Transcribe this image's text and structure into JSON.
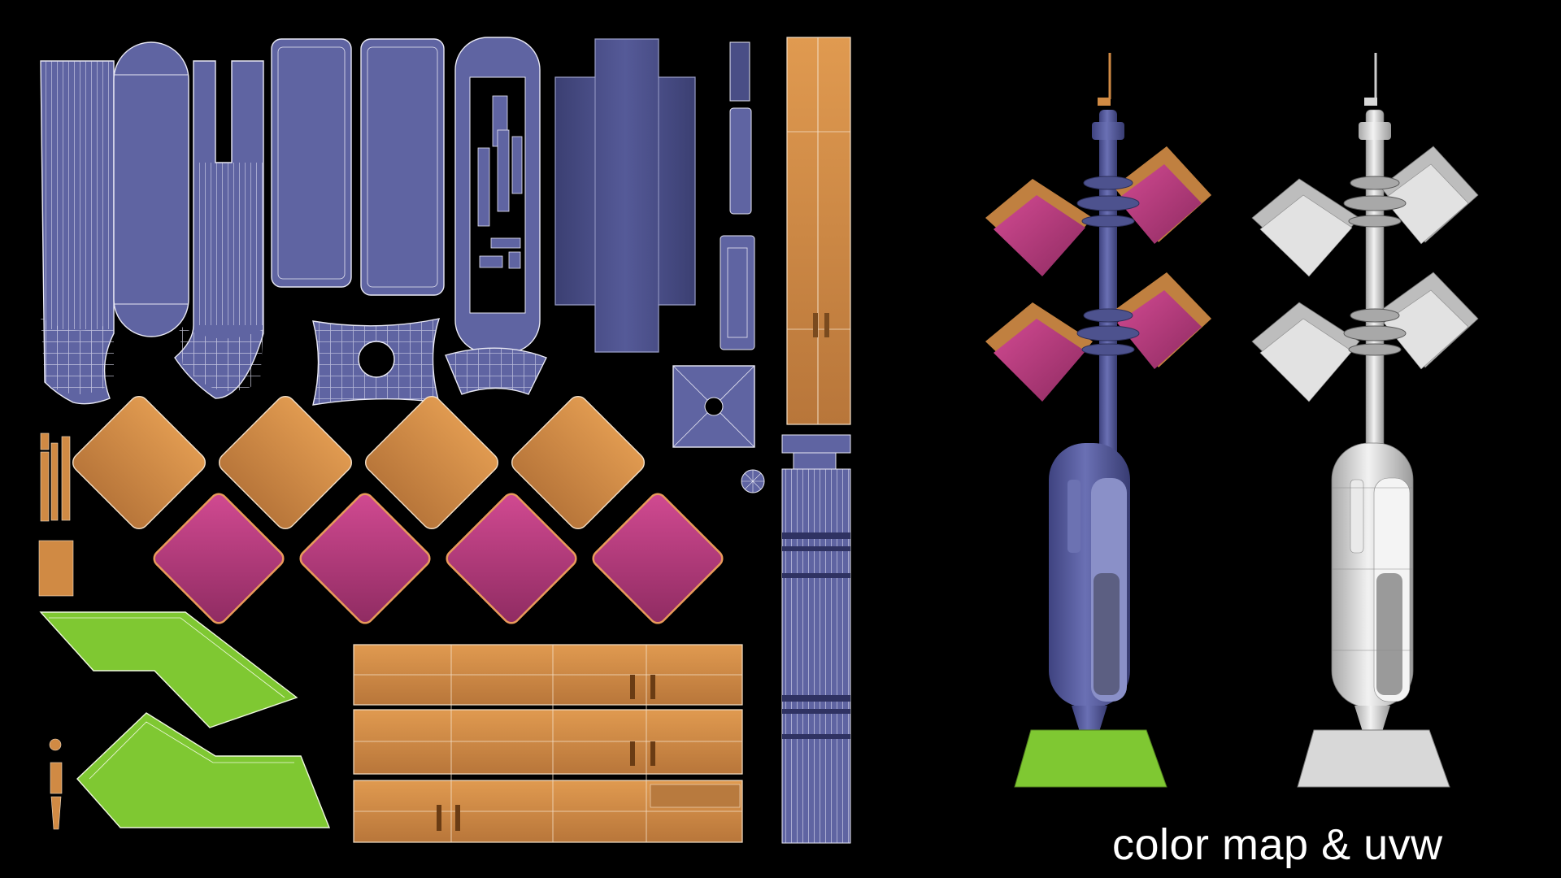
{
  "caption": "color map & uvw",
  "colors": {
    "background": "#000000",
    "uv_blue": "#5f64a2",
    "uv_blue_dark": "#494e86",
    "uv_orange": "#d08a44",
    "uv_orange_dark": "#a9692e",
    "uv_pink": "#c03f86",
    "uv_green": "#7fc832",
    "wire": "#e8e8f4",
    "model_pole": "#5a5fa0",
    "model_grey": "#d2d2d2"
  },
  "panels": {
    "uv_layout": "uv-layout",
    "color_model": "colored-model",
    "wire_model": "wireframe-model"
  }
}
